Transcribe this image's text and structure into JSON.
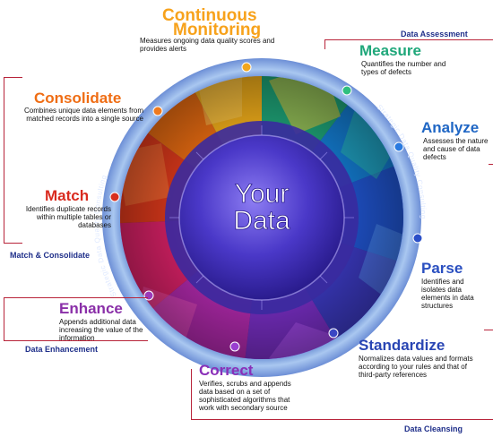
{
  "center": {
    "line1": "Your",
    "line2": "Data"
  },
  "ring_text": {
    "left": "Strategic Data Quality Consulting",
    "right": "Strategic Data Quality Consulting"
  },
  "steps": {
    "continuous_monitoring": {
      "title_line1": "Continuous",
      "title_line2": "Monitoring",
      "description": "Measures ongoing data quality scores and provides alerts",
      "color": "#f7a21b"
    },
    "measure": {
      "title": "Measure",
      "description": "Quantifies the number and types of defects",
      "color": "#1fa77a"
    },
    "analyze": {
      "title": "Analyze",
      "description": "Assesses the nature and cause of data defects",
      "color": "#1f66c4"
    },
    "parse": {
      "title": "Parse",
      "description": "Identifies and isolates data elements in data structures",
      "color": "#2a4fc0"
    },
    "standardize": {
      "title": "Standardize",
      "description": "Normalizes data values and formats according to your rules and that of third-party references",
      "color": "#2a46b4"
    },
    "correct": {
      "title": "Correct",
      "description": "Verifies, scrubs and appends data based on a set of sophisticated algorithms that work with secondary source",
      "color": "#8a2fb8"
    },
    "enhance": {
      "title": "Enhance",
      "description": "Appends additional data increasing the value of the information",
      "color": "#8a2fa8"
    },
    "match": {
      "title": "Match",
      "description": "Identifies duplicate records within multiple tables or databases",
      "color": "#d92b1f"
    },
    "consolidate": {
      "title": "Consolidate",
      "description": "Combines unique data elements from matched records into a single source",
      "color": "#ef6d14"
    }
  },
  "groups": {
    "data_assessment": "Data Assessment",
    "match_consolidate": "Match & Consolidate",
    "data_enhancement": "Data Enhancement",
    "data_cleansing": "Data Cleansing"
  },
  "colors": {
    "bracket": "#b8243a",
    "group_label": "#1f2f8a",
    "ring": "#8fb4e8",
    "hub": "#4b37c9"
  }
}
